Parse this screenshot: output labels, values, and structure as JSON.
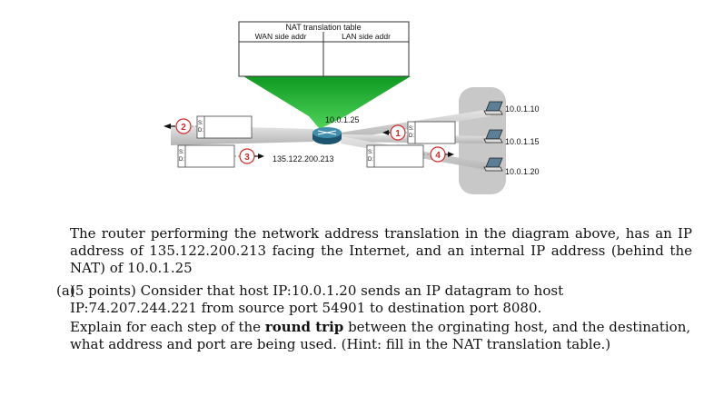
{
  "diagram": {
    "nat_table": {
      "title": "NAT translation table",
      "col_wan": "WAN side addr",
      "col_lan": "LAN side addr"
    },
    "router_lan_ip": "10.0.1.25",
    "router_wan_ip": "135.122.200.213",
    "hosts": [
      "10.0.1.10",
      "10.0.1.15",
      "10.0.1.20"
    ],
    "packet_field_src": "S:",
    "packet_field_dst": "D:",
    "steps": [
      "1",
      "2",
      "3",
      "4"
    ],
    "colors": {
      "nat_cone": "#18b02a",
      "step_circle": "#d62828",
      "lan_cloud": "#c8c8c8",
      "router": "#2c6e8a"
    }
  },
  "text": {
    "intro": "The router performing the network address translation in the diagram above, has an IP address of 135.122.200.213 facing the Internet, and an internal IP address (behind the NAT) of 10.0.1.25",
    "q_label": "(a)",
    "q_p1": "(5 points) Consider that host IP:10.0.1.20 sends an IP datagram to host IP:74.207.244.221 from source port 54901 to destination port 8080.",
    "q_p2_before": "Explain for each step of the",
    "q_p2_bold": "round trip",
    "q_p2_after": "between the orginating host, and the destination, what address and port are being used. (Hint: fill in the NAT translation table.)"
  }
}
